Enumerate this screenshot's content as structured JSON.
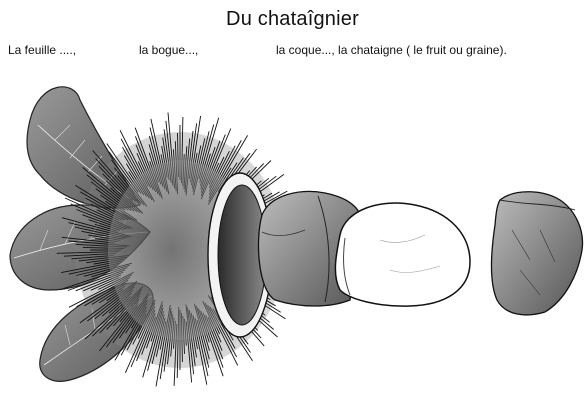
{
  "title": "Du  chataîgnier",
  "captions": {
    "leaf": "La feuille ....,",
    "burr": "la bogue...,",
    "shell_and_nut": "la coque..., la chataigne ( le fruit ou graine)."
  }
}
